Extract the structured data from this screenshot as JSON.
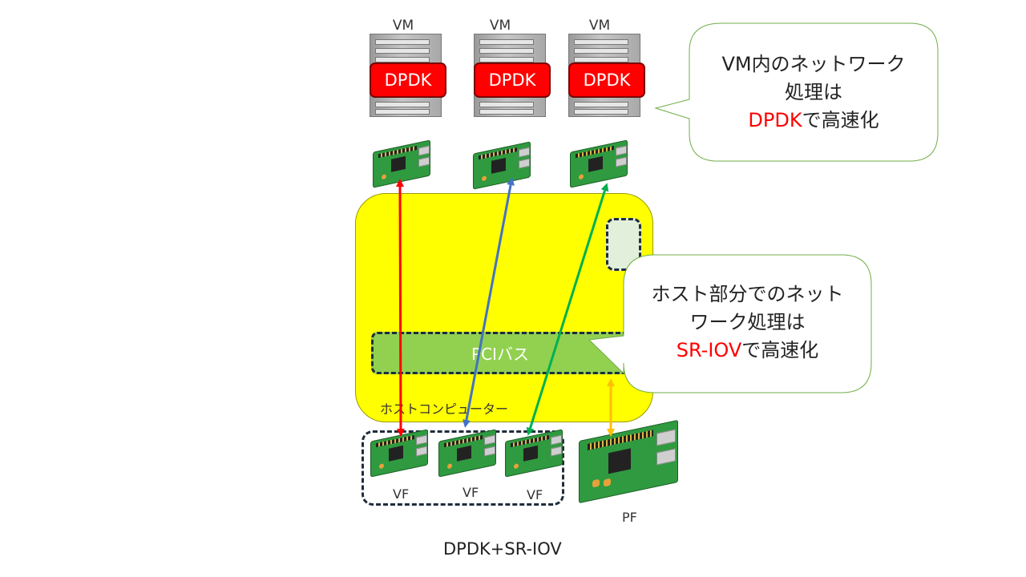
{
  "vms": [
    {
      "label": "VM",
      "badge": "DPDK"
    },
    {
      "label": "VM",
      "badge": "DPDK"
    },
    {
      "label": "VM",
      "badge": "DPDK"
    }
  ],
  "vfs": [
    {
      "label": "VF"
    },
    {
      "label": "VF"
    },
    {
      "label": "VF"
    }
  ],
  "pf": {
    "label": "PF"
  },
  "host": {
    "label": "ホストコンピューター"
  },
  "pci": {
    "label": "PCIバス"
  },
  "callout_vm": {
    "line1": "VM内のネットワーク",
    "line2": "処理は",
    "highlight": "DPDK",
    "suffix": "で高速化"
  },
  "callout_host": {
    "line1": "ホスト部分でのネット",
    "line2": "ワーク処理は",
    "highlight": "SR-IOV",
    "suffix": "で高速化"
  },
  "caption": "DPDK+SR-IOV",
  "colors": {
    "host": "#ffff00",
    "pci": "#92d050",
    "badge": "#ff0000",
    "arrow_vm1": "#ff0000",
    "arrow_vm2": "#4472c4",
    "arrow_vm3": "#00b050",
    "arrow_pf": "#ffc000",
    "callout_border": "#70ad47"
  }
}
